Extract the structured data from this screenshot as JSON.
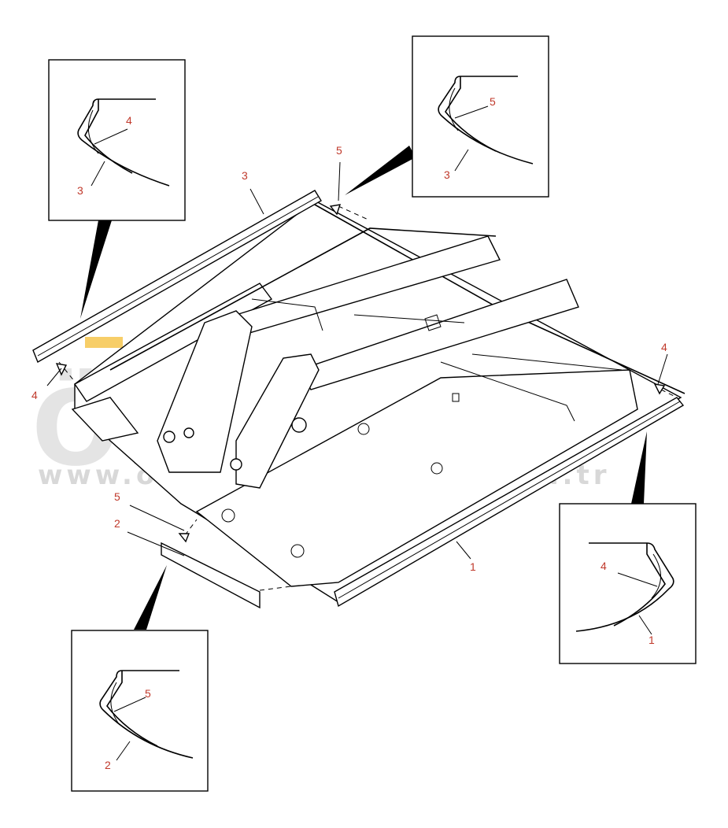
{
  "watermark": {
    "logo": "ÖRNEK",
    "url": "www.ornekismakinalari.com.tr",
    "accent_color": "#f5c242"
  },
  "callouts": {
    "main": [
      "3",
      "5",
      "4",
      "4",
      "5",
      "2",
      "1"
    ],
    "detail_top_left": [
      "4",
      "3"
    ],
    "detail_top_right": [
      "5",
      "3"
    ],
    "detail_bottom_right": [
      "4",
      "1"
    ],
    "detail_bottom_left": [
      "5",
      "2"
    ]
  },
  "colors": {
    "callout": "#c0392b",
    "line": "#000000"
  }
}
